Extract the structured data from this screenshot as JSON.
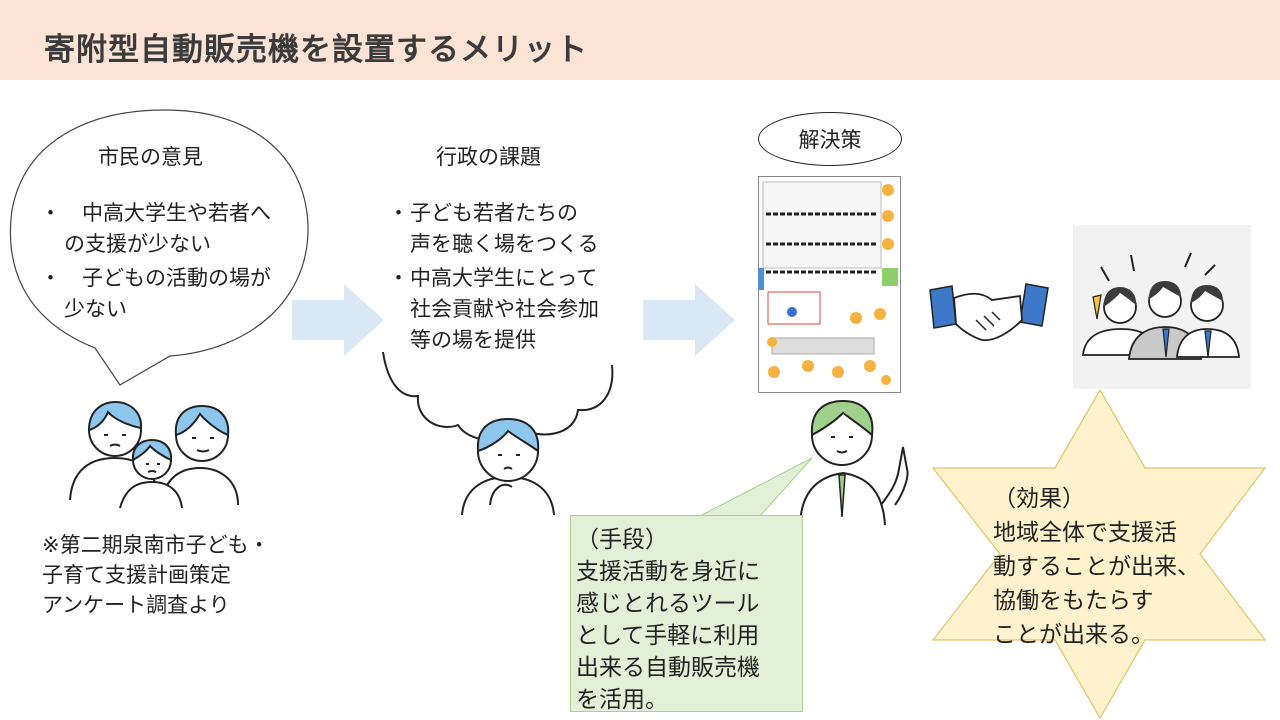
{
  "header": {
    "title": "寄附型自動販売機を設置するメリット"
  },
  "citizens": {
    "heading": "市民の意見",
    "bullet": "・",
    "items": [
      [
        "中高大学生や若者へ",
        "の支援が少ない"
      ],
      [
        "子どもの活動の場が",
        "少ない"
      ]
    ],
    "source_lines": [
      "※第二期泉南市子ども・",
      "子育て支援計画策定",
      "アンケート調査より"
    ]
  },
  "government": {
    "heading": "行政の課題",
    "bullet": "・",
    "items": [
      [
        "子ども若者たちの",
        "声を聴く場をつくる"
      ],
      [
        "中高大学生にとって",
        "社会貢献や社会参加",
        "等の場を提供"
      ]
    ]
  },
  "solution": {
    "label": "解決策"
  },
  "means": {
    "lines": [
      "（手段）",
      "支援活動を身近に",
      "感じとれるツール",
      "として手軽に利用",
      "出来る自動販売機",
      "を活用。"
    ]
  },
  "effect": {
    "lines": [
      "（効果）",
      "地域全体で支援活",
      "動することが出来、",
      "協働をもたらす",
      "ことが出来る。"
    ]
  },
  "colors": {
    "header_bg": "#fbe3d6",
    "arrow": "#dae7f4",
    "person_blue": "#8ec7ee",
    "doctor_green": "#9fd08c",
    "means_bg": "#e3f0d8",
    "star_bg": "#fff2cc",
    "star_border": "#e0c36a"
  },
  "icons": [
    "family-illustration",
    "thinking-official-illustration",
    "vending-machine-illustration",
    "doctor-pointing-illustration",
    "handshake-icon",
    "happy-team-illustration",
    "arrow-right-icon"
  ]
}
